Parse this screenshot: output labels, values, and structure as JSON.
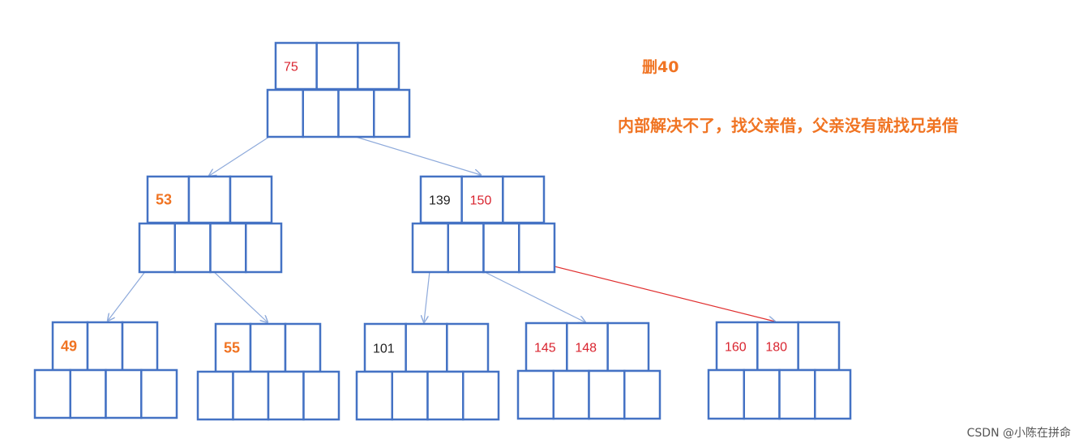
{
  "caption": {
    "title": "删40",
    "note": "内部解决不了，找父亲借，父亲没有就找兄弟借"
  },
  "watermark": "CSDN @⁣⁣小陈在拼命⁣⁣",
  "colors": {
    "box_border": "#4472c4",
    "edge": "#8eaadb",
    "highlight_edge": "#e03030",
    "orange_key": "#f07423",
    "red_key": "#d9242f",
    "black_key": "#222222"
  },
  "tree": {
    "nodes": [
      {
        "id": "root",
        "keys": [
          "75",
          "",
          ""
        ],
        "key_colors": [
          "red_key",
          "",
          ""
        ]
      },
      {
        "id": "left",
        "keys": [
          "53",
          "",
          ""
        ],
        "key_colors": [
          "orange_key",
          "",
          ""
        ]
      },
      {
        "id": "right",
        "keys": [
          "139",
          "150",
          ""
        ],
        "key_colors": [
          "black_key",
          "red_key",
          ""
        ]
      },
      {
        "id": "leaf-1",
        "keys": [
          "49",
          "",
          ""
        ],
        "key_colors": [
          "orange_key",
          "",
          ""
        ]
      },
      {
        "id": "leaf-2",
        "keys": [
          "55",
          "",
          ""
        ],
        "key_colors": [
          "orange_key",
          "",
          ""
        ]
      },
      {
        "id": "leaf-3",
        "keys": [
          "101",
          "",
          ""
        ],
        "key_colors": [
          "black_key",
          "",
          ""
        ]
      },
      {
        "id": "leaf-4",
        "keys": [
          "145",
          "148",
          ""
        ],
        "key_colors": [
          "red_key",
          "red_key",
          ""
        ]
      },
      {
        "id": "leaf-5",
        "keys": [
          "160",
          "180",
          ""
        ],
        "key_colors": [
          "red_key",
          "red_key",
          ""
        ]
      }
    ],
    "edges": [
      {
        "from": "root",
        "pointer": 0,
        "to": "left",
        "style": "edge"
      },
      {
        "from": "root",
        "pointer": 1,
        "to": "right",
        "style": "edge"
      },
      {
        "from": "left",
        "pointer": 0,
        "to": "leaf-1",
        "style": "edge"
      },
      {
        "from": "left",
        "pointer": 1,
        "to": "leaf-2",
        "style": "edge"
      },
      {
        "from": "right",
        "pointer": 0,
        "to": "leaf-3",
        "style": "edge"
      },
      {
        "from": "right",
        "pointer": 1,
        "to": "leaf-4",
        "style": "edge"
      },
      {
        "from": "right",
        "pointer": 2,
        "to": "leaf-5",
        "style": "highlight_edge"
      }
    ]
  }
}
